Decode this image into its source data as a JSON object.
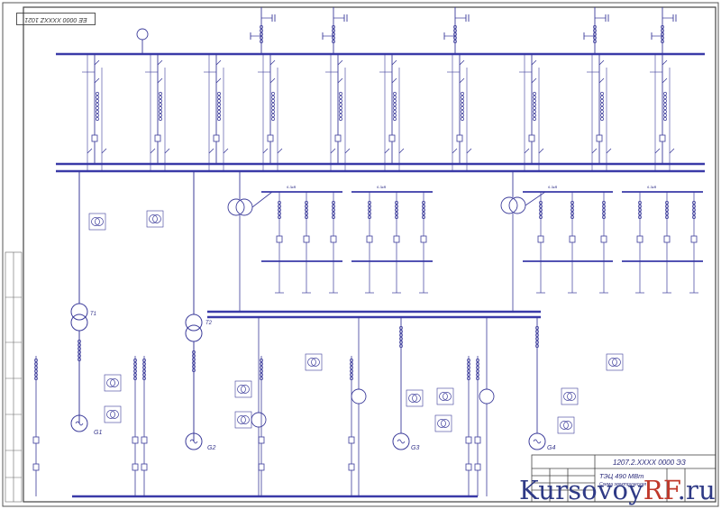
{
  "corner_code": "EE 0000 XXXXZ 1021",
  "stamp": {
    "code": "1207.2.XXXX 0000 ЭЗ",
    "title": "ТЭЦ 490 МВт",
    "subtitle": "Схема электрическая"
  },
  "watermark": {
    "part1": "Kursovoy",
    "part2": "RF",
    "part3": ".ru"
  },
  "generators": [
    {
      "label": "G1"
    },
    {
      "label": "G2"
    },
    {
      "label": "G3"
    },
    {
      "label": "G4"
    }
  ],
  "transformers": [
    {
      "label": "T1"
    },
    {
      "label": "T2"
    }
  ],
  "section_labels": [
    "6.3кВ",
    "6.3кВ",
    "6.3кВ",
    "6.3кВ"
  ],
  "colors": {
    "line": "#3b3b9a",
    "bus": "#3a3aa8",
    "frame": "#555555"
  }
}
